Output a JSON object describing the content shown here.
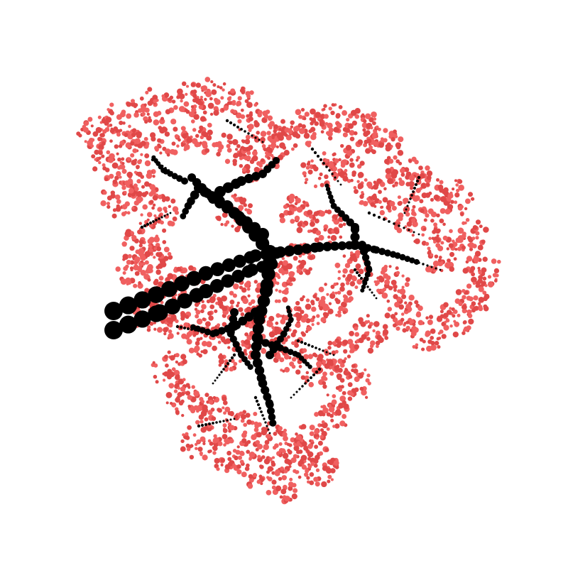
{
  "colors": {
    "background": "#ffffff",
    "trunk": "#000000",
    "foliage": "#f06060",
    "foliage_dark": "#e04848"
  },
  "artwork": {
    "subject": "fractal-tree-of-circles",
    "trunk_icon": "black-circle",
    "foliage_icon": "red-dot"
  }
}
